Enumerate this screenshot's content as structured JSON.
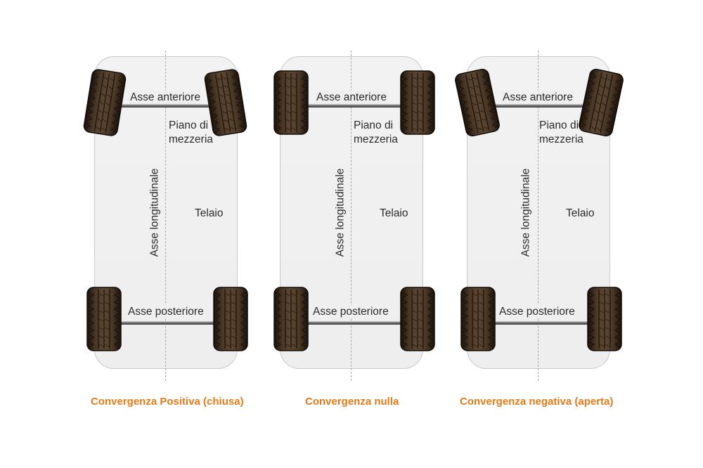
{
  "colors": {
    "caption": "#e27b18",
    "tire": "#3a2a1c",
    "chassis": "#efefef"
  },
  "diagrams": [
    {
      "front_axle_label": "Asse anteriore",
      "rear_axle_label": "Asse posteriore",
      "midplane_label_line1": "Piano di",
      "midplane_label_line2": "mezzeria",
      "longitudinal_axis_label": "Asse longitudinale",
      "frame_label": "Telaio",
      "caption": "Convergenza Positiva (chiusa)",
      "front_wheel_toe": "in"
    },
    {
      "front_axle_label": "Asse anteriore",
      "rear_axle_label": "Asse posteriore",
      "midplane_label_line1": "Piano di",
      "midplane_label_line2": "mezzeria",
      "longitudinal_axis_label": "Asse longitudinale",
      "frame_label": "Telaio",
      "caption": "Convergenza nulla",
      "front_wheel_toe": "zero"
    },
    {
      "front_axle_label": "Asse anteriore",
      "rear_axle_label": "Asse posteriore",
      "midplane_label_line1": "Piano di",
      "midplane_label_line2": "mezzeria",
      "longitudinal_axis_label": "Asse longitudinale",
      "frame_label": "Telaio",
      "caption": "Convergenza negativa (aperta)",
      "front_wheel_toe": "out"
    }
  ]
}
